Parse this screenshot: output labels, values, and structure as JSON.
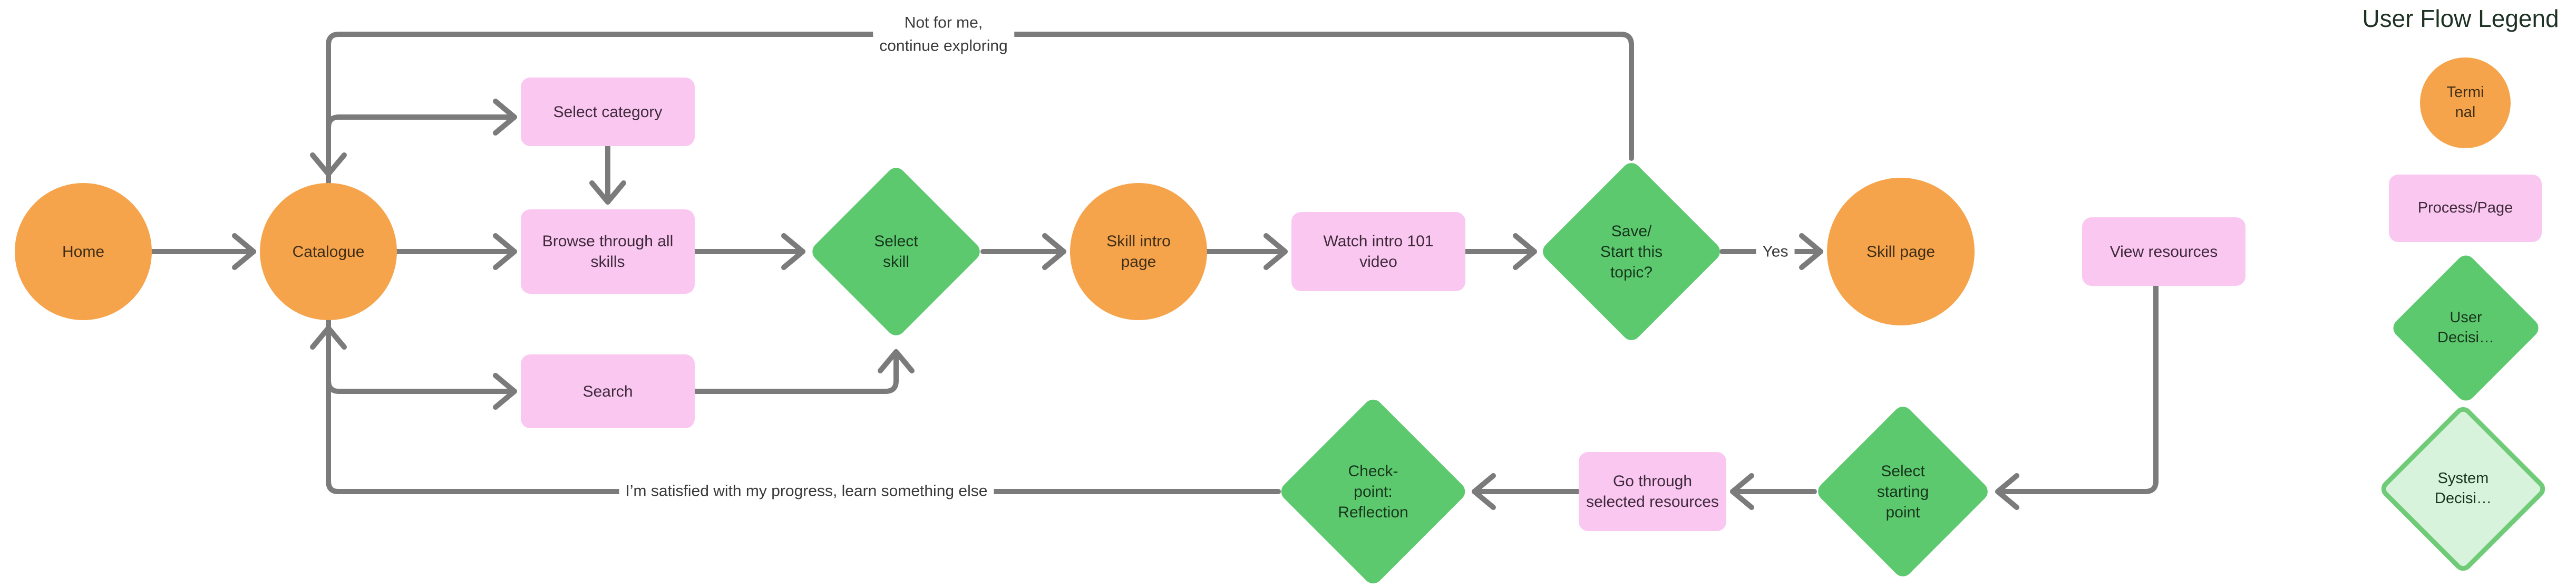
{
  "colors": {
    "canvas_bg": "#FFFFFF",
    "terminal_fill": "#F6A44C",
    "process_fill": "#F9C7F0",
    "user_decision_fill": "#5DC96E",
    "system_decision_fill": "#D8F3DB",
    "system_decision_border": "#6FCB77",
    "connector": "#7B7B7B"
  },
  "nodes": {
    "home": {
      "label": "Home"
    },
    "catalogue": {
      "label": "Catalogue"
    },
    "select_category": {
      "label": "Select category"
    },
    "browse_skills": {
      "label": "Browse through all\nskills"
    },
    "search": {
      "label": "Search"
    },
    "select_skill": {
      "label": "Select\nskill"
    },
    "skill_intro_page": {
      "label": "Skill intro\npage"
    },
    "watch_intro_video": {
      "label": "Watch intro 101\nvideo"
    },
    "save_start_topic": {
      "label": "Save/\nStart this\ntopic?"
    },
    "skill_page": {
      "label": "Skill page"
    },
    "view_resources": {
      "label": "View resources"
    },
    "select_starting_point": {
      "label": "Select\nstarting\npoint"
    },
    "go_through_resources": {
      "label": "Go through\nselected resources"
    },
    "checkpoint_reflection": {
      "label": "Check-\npoint:\nReflection"
    }
  },
  "edge_labels": {
    "not_for_me": "Not for me,\ncontinue exploring",
    "yes": "Yes",
    "satisfied": "I’m satisfied with my progress, learn something else"
  },
  "legend": {
    "title": "User Flow Legend",
    "terminal": "Termi\nnal",
    "process_page": "Process/Page",
    "user_decision": "User\nDecisi…",
    "system_decision": "System\nDecisi…"
  }
}
